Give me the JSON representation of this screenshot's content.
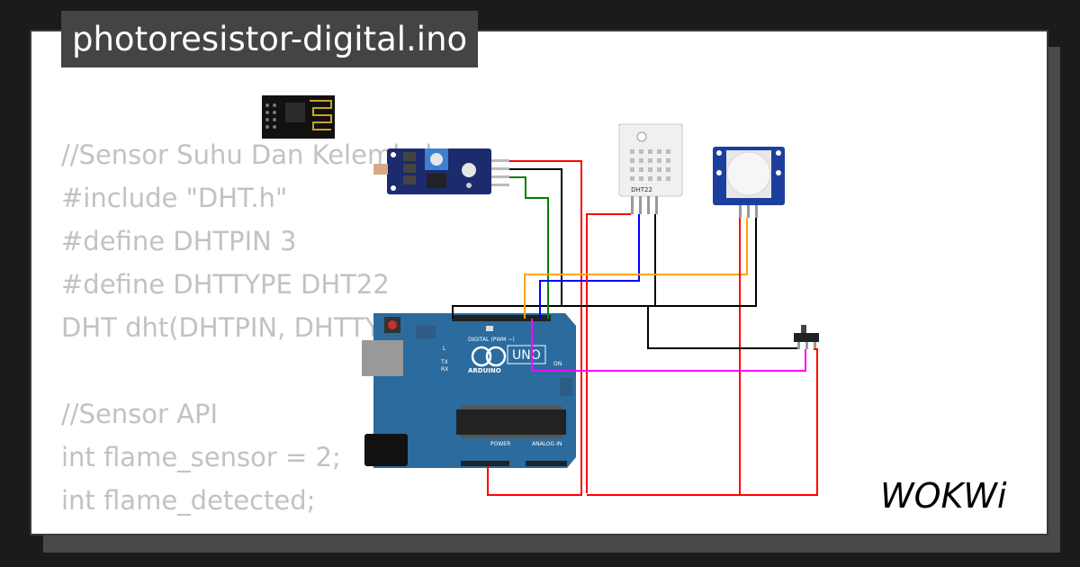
{
  "project": {
    "title": "photoresistor-digital.ino"
  },
  "code_lines": [
    "//Sensor Suhu Dan Kelembab",
    "#include \"DHT.h\"",
    "#define DHTPIN 3",
    "#define DHTTYPE DHT22",
    "DHT dht(DHTPIN, DHTTYPE);",
    "",
    "//Sensor API",
    "int flame_sensor = 2;",
    "int flame_detected;"
  ],
  "components": {
    "dht_label": "DHT22",
    "board_brand": "ARDUINO",
    "board_model": "UNO",
    "board_on_label": "ON",
    "board_digital_label": "DIGITAL (PWM ~)",
    "board_power_label": "POWER",
    "board_analog_label": "ANALOG IN",
    "board_tx": "TX",
    "board_rx": "RX",
    "board_l": "L"
  },
  "brand": {
    "logo": "WOKWi"
  },
  "colors": {
    "wire_red": "#ff0000",
    "wire_black": "#000000",
    "wire_green": "#008000",
    "wire_blue": "#0000ff",
    "wire_orange": "#ffa500",
    "wire_magenta": "#ff00ff",
    "board": "#2b6b9e",
    "module": "#1c2a6e"
  }
}
